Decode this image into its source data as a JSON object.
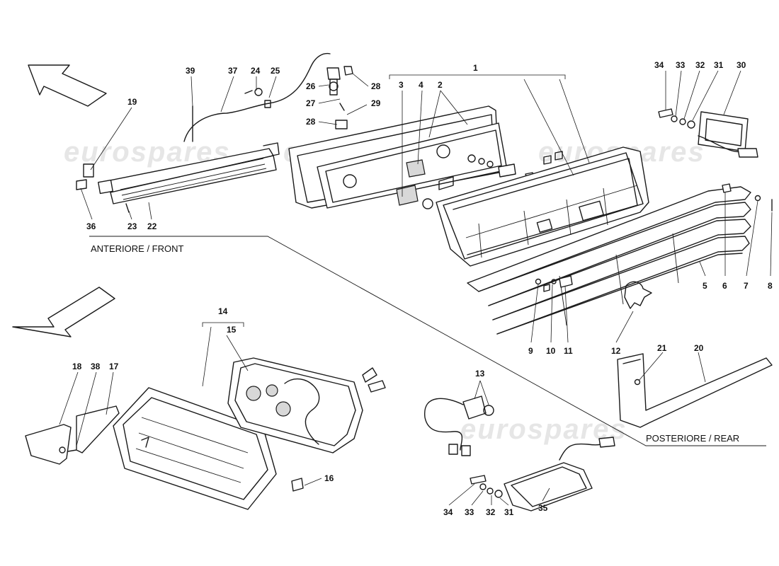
{
  "watermark": "eurospares",
  "sections": {
    "front": "ANTERIORE / FRONT",
    "rear": "POSTERIORE / REAR"
  },
  "callouts": [
    {
      "id": "c1",
      "label": "1"
    },
    {
      "id": "c2",
      "label": "2"
    },
    {
      "id": "c3",
      "label": "3"
    },
    {
      "id": "c4",
      "label": "4"
    },
    {
      "id": "c5",
      "label": "5"
    },
    {
      "id": "c6",
      "label": "6"
    },
    {
      "id": "c7",
      "label": "7"
    },
    {
      "id": "c8",
      "label": "8"
    },
    {
      "id": "c9",
      "label": "9"
    },
    {
      "id": "c10",
      "label": "10"
    },
    {
      "id": "c11",
      "label": "11"
    },
    {
      "id": "c12",
      "label": "12"
    },
    {
      "id": "c13",
      "label": "13"
    },
    {
      "id": "c14",
      "label": "14"
    },
    {
      "id": "c15",
      "label": "15"
    },
    {
      "id": "c16",
      "label": "16"
    },
    {
      "id": "c17",
      "label": "17"
    },
    {
      "id": "c18",
      "label": "18"
    },
    {
      "id": "c19",
      "label": "19"
    },
    {
      "id": "c20",
      "label": "20"
    },
    {
      "id": "c21",
      "label": "21"
    },
    {
      "id": "c22",
      "label": "22"
    },
    {
      "id": "c23",
      "label": "23"
    },
    {
      "id": "c24",
      "label": "24"
    },
    {
      "id": "c25",
      "label": "25"
    },
    {
      "id": "c26",
      "label": "26"
    },
    {
      "id": "c27",
      "label": "27"
    },
    {
      "id": "c28a",
      "label": "28"
    },
    {
      "id": "c28b",
      "label": "28"
    },
    {
      "id": "c29",
      "label": "29"
    },
    {
      "id": "c30",
      "label": "30"
    },
    {
      "id": "c31a",
      "label": "31"
    },
    {
      "id": "c31b",
      "label": "31"
    },
    {
      "id": "c32a",
      "label": "32"
    },
    {
      "id": "c32b",
      "label": "32"
    },
    {
      "id": "c33a",
      "label": "33"
    },
    {
      "id": "c33b",
      "label": "33"
    },
    {
      "id": "c34a",
      "label": "34"
    },
    {
      "id": "c34b",
      "label": "34"
    },
    {
      "id": "c35",
      "label": "35"
    },
    {
      "id": "c36",
      "label": "36"
    },
    {
      "id": "c37",
      "label": "37"
    },
    {
      "id": "c38",
      "label": "38"
    },
    {
      "id": "c39",
      "label": "39"
    }
  ]
}
